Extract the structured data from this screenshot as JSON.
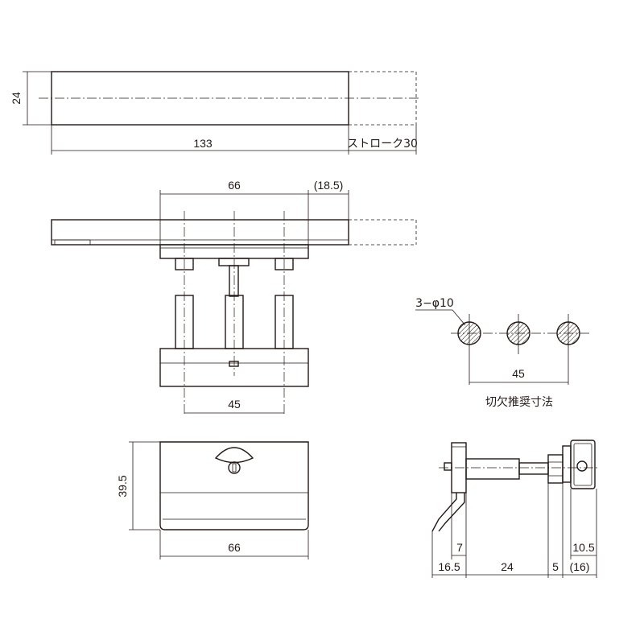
{
  "dimensions": {
    "top_height": "24",
    "top_length": "133",
    "stroke": "ストローク30",
    "mid_width": "66",
    "mid_offset": "(18.5)",
    "mid_pitch": "45",
    "hole_spec": "3−φ10",
    "cut_pitch": "45",
    "cut_title": "切欠推奨寸法",
    "front_height": "39.5",
    "front_width": "66",
    "side_7": "7",
    "side_16_5": "16.5",
    "side_24": "24",
    "side_5": "5",
    "side_10_5": "10.5",
    "side_16": "(16)"
  }
}
